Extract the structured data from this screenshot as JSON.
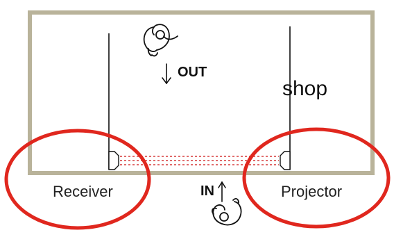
{
  "labels": {
    "out": "OUT",
    "in": "IN",
    "shop": "shop",
    "receiver": "Receiver",
    "projector": "Projector"
  },
  "icons": {
    "person_top": "person-icon",
    "person_bottom": "person-icon"
  },
  "colors": {
    "frame": "#b9b39a",
    "highlight_circle": "#e0271e",
    "beam": "#d63a3a",
    "line": "#111111"
  }
}
